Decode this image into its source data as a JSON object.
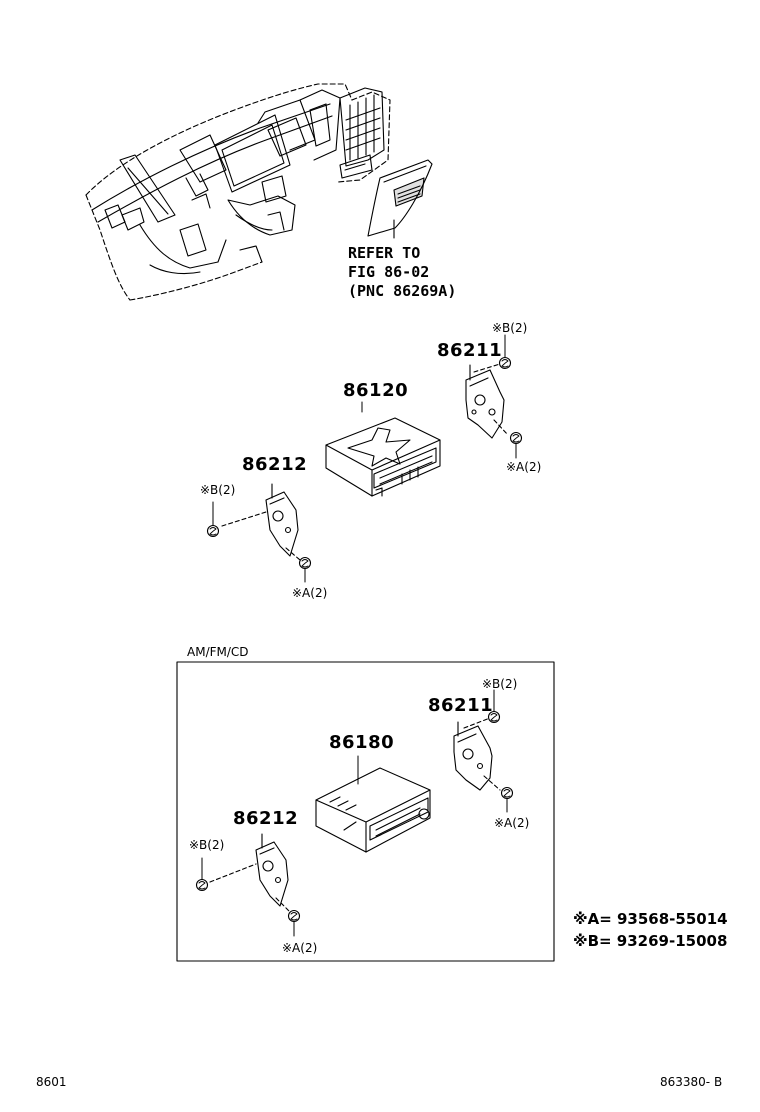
{
  "reference": {
    "line1": "REFER TO",
    "line2": "FIG 86-02",
    "line3": "(PNC 86269A)"
  },
  "top_group": {
    "radio_part": "86120",
    "bracket_right": "86211",
    "bracket_left": "86212",
    "note_b_right": "※B(2)",
    "note_a_right": "※A(2)",
    "note_b_left": "※B(2)",
    "note_a_left": "※A(2)"
  },
  "box_group": {
    "title": "AM/FM/CD",
    "radio_part": "86180",
    "bracket_right": "86211",
    "bracket_left": "86212",
    "note_b_right": "※B(2)",
    "note_a_right": "※A(2)",
    "note_b_left": "※B(2)",
    "note_a_left": "※A(2)"
  },
  "legend": {
    "a": "※A= 93568-55014",
    "b": "※B= 93269-15008"
  },
  "footer": {
    "left": "8601",
    "right": "863380- B"
  }
}
